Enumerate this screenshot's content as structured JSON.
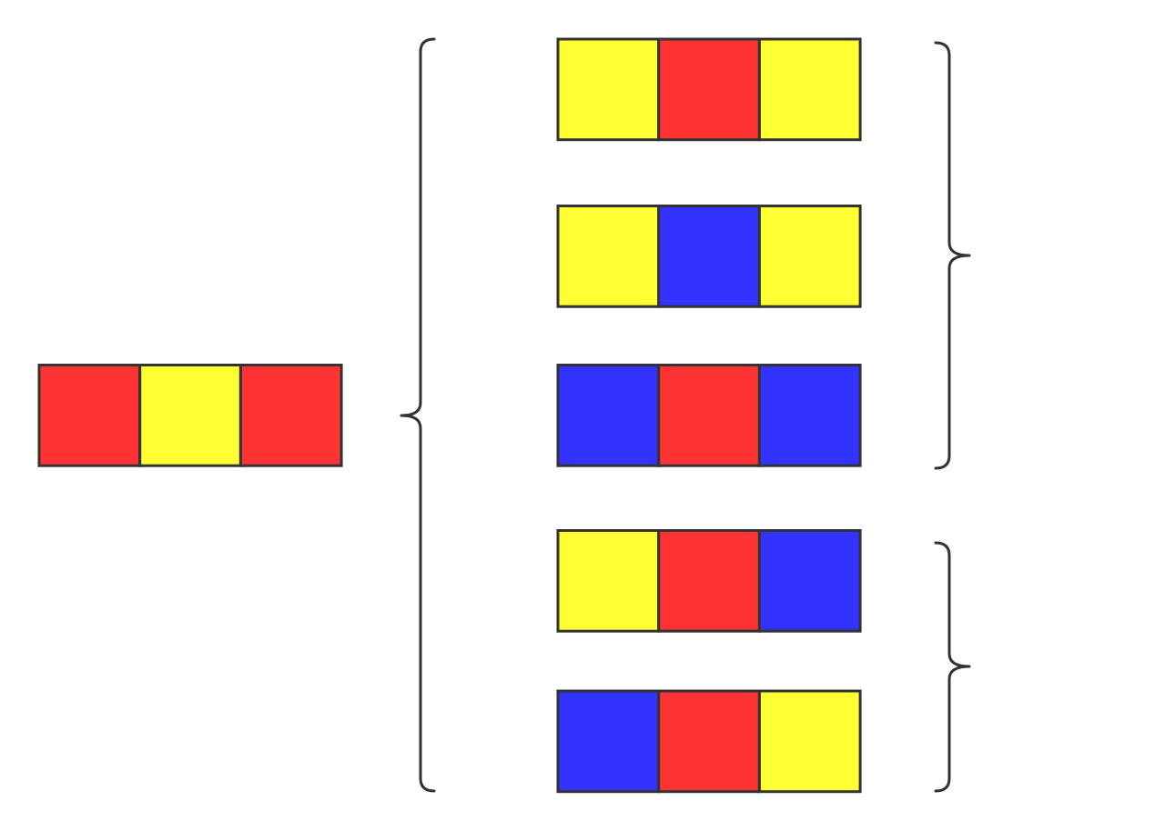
{
  "colors": {
    "red": "#ff3333",
    "yellow": "#ffff33",
    "blue": "#3333ff",
    "outline": "#333333",
    "background": "#ffffff"
  },
  "source_strip": [
    "red",
    "yellow",
    "red"
  ],
  "variant_strips": [
    [
      "yellow",
      "red",
      "yellow"
    ],
    [
      "yellow",
      "blue",
      "yellow"
    ],
    [
      "blue",
      "red",
      "blue"
    ],
    [
      "yellow",
      "red",
      "blue"
    ],
    [
      "blue",
      "red",
      "yellow"
    ]
  ],
  "groups": [
    {
      "members": [
        0,
        1,
        2
      ]
    },
    {
      "members": [
        3,
        4
      ]
    }
  ]
}
